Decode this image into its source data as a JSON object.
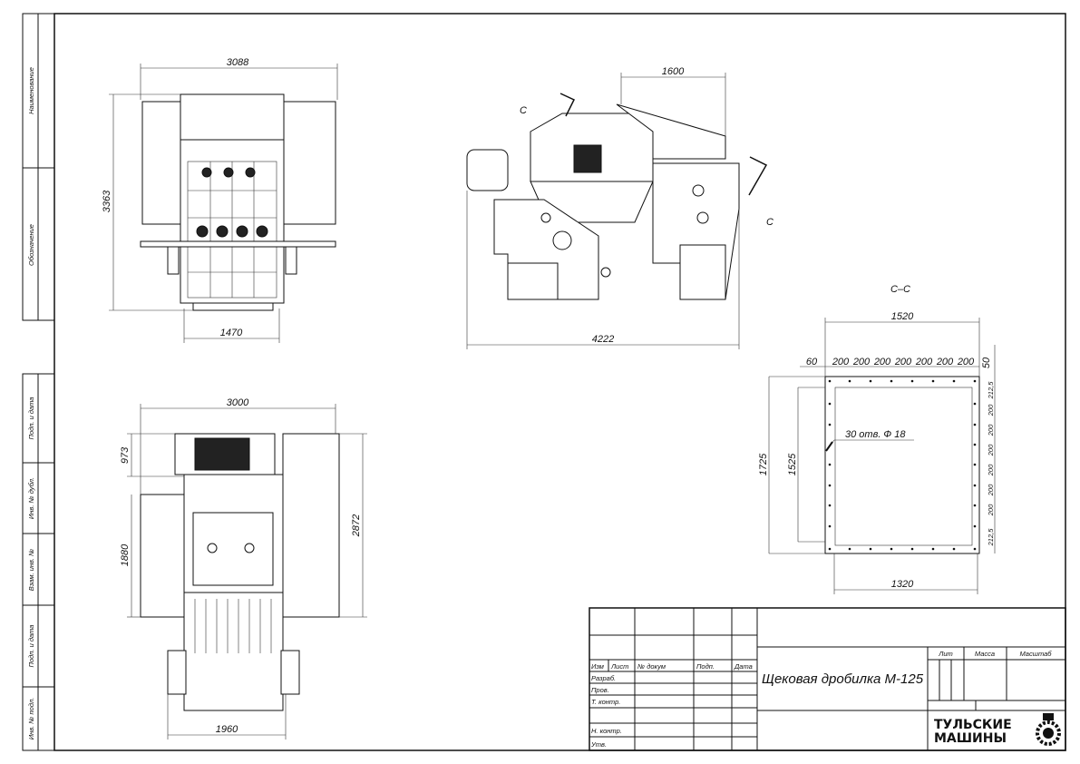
{
  "side_strip": {
    "top": [
      "Наименование",
      "Обозначение"
    ],
    "bottom": [
      "Подп. и дата",
      "Инв. № дубл.",
      "Взам. инв. №",
      "Подп. и дата",
      "Инв. № подл."
    ]
  },
  "views": {
    "front": {
      "width": "3088",
      "height": "3363",
      "base": "1470"
    },
    "side": {
      "top": "1600",
      "length": "4222",
      "section_mark": "С"
    },
    "plan": {
      "width": "3000",
      "upper": "973",
      "middle": "1880",
      "total": "2872",
      "base": "1960"
    },
    "section": {
      "title": "С–С",
      "outer_width": "1520",
      "offset": "60",
      "pitch_top": [
        "200",
        "200",
        "200",
        "200",
        "200",
        "200",
        "200"
      ],
      "top_margin": "50",
      "outer_height": "1725",
      "inner_height": "1525",
      "bottom_width": "1320",
      "pitch_right": [
        "212,5",
        "200",
        "200",
        "200",
        "200",
        "200",
        "200",
        "212,5"
      ],
      "holes_note": "30 отв. Ф 18"
    }
  },
  "title_block": {
    "headers": [
      "Изм",
      "Лист",
      "№ докум",
      "Подп.",
      "Дата"
    ],
    "roles": [
      "Разраб.",
      "Пров.",
      "Т. контр.",
      "",
      "Н. контр.",
      "Утв."
    ],
    "title": "Щековая дробилка М-125",
    "cols": [
      "Лит",
      "Масса",
      "Масштаб"
    ],
    "logo": [
      "ТУЛЬСКИЕ",
      "МАШИНЫ"
    ]
  }
}
